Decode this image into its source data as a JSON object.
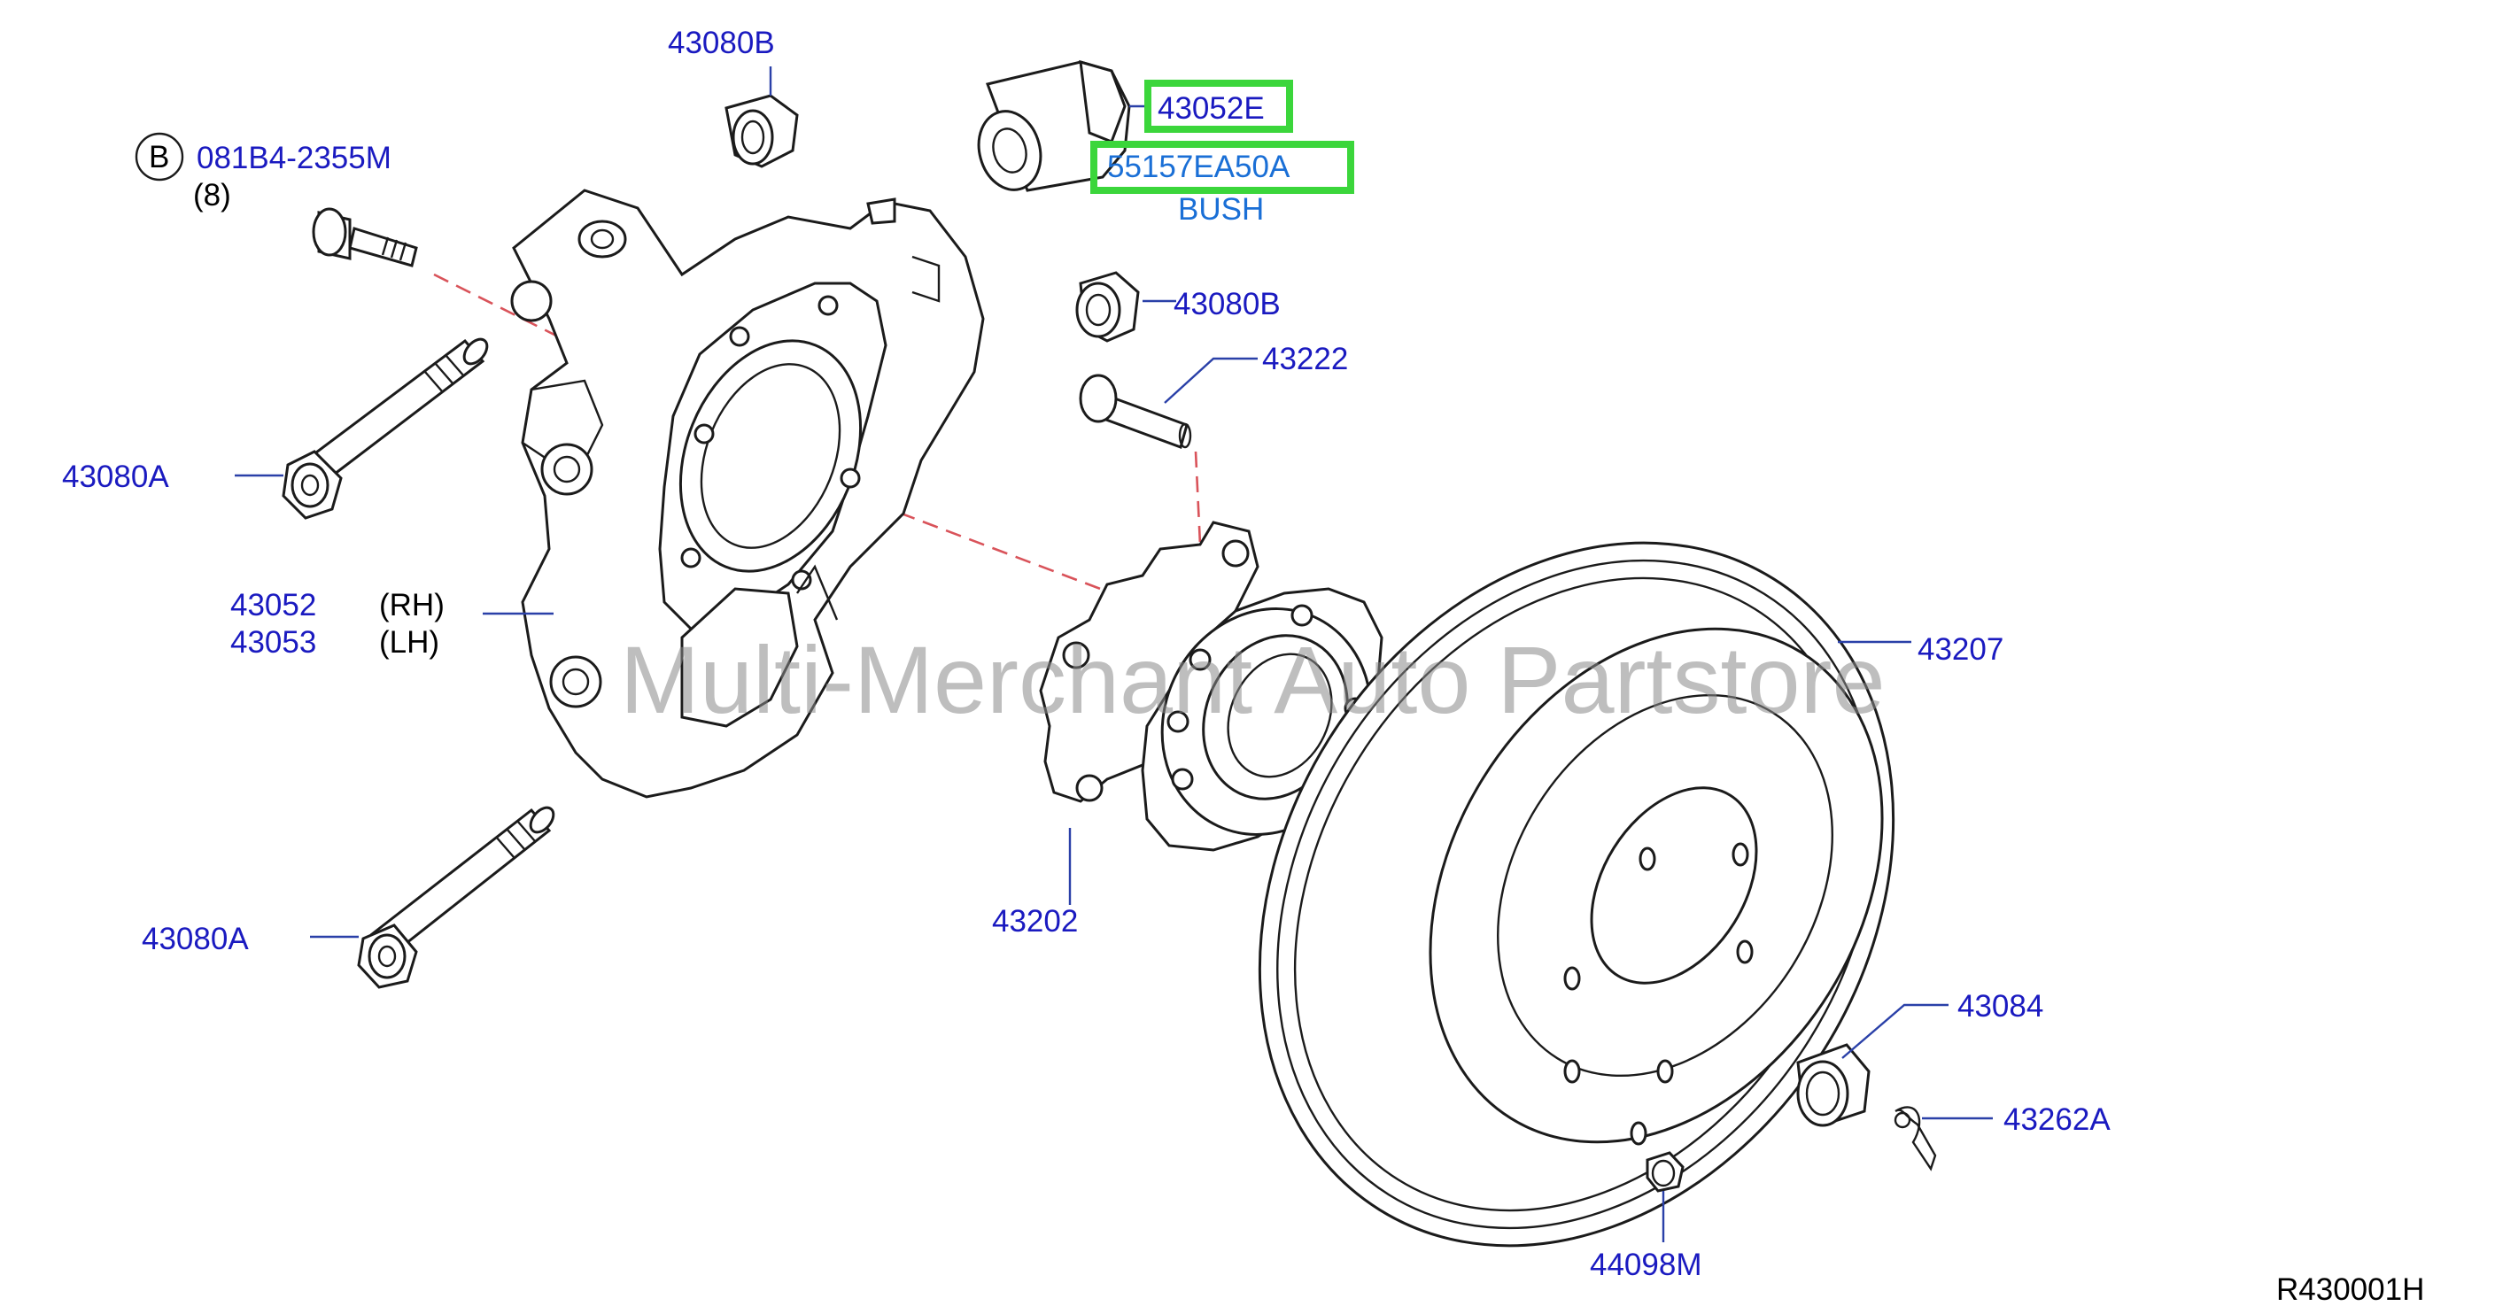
{
  "labels": {
    "p43080b_top": "43080B",
    "p43052e": "43052E",
    "p55157": "55157EA50A",
    "bush": "BUSH",
    "p43080b_mid": "43080B",
    "p43222": "43222",
    "bolt_ref_letter": "B",
    "bolt_ref": "081B4-2355M",
    "bolt_qty": "(8)",
    "p43080a_upper": "43080A",
    "p43052": "43052",
    "rh": "(RH)",
    "p43053": "43053",
    "lh": "(LH)",
    "p43207": "43207",
    "p43202": "43202",
    "p43080a_lower": "43080A",
    "p43084": "43084",
    "p43262a": "43262A",
    "p44098m": "44098M",
    "drawing_code": "R430001H"
  },
  "watermark": "Multi-Merchant Auto Partstore",
  "colors": {
    "label": "#1a1ac0",
    "highlight": "#3bd63b",
    "leader": "#2a40a8",
    "dashed_line": "#d9535a"
  }
}
